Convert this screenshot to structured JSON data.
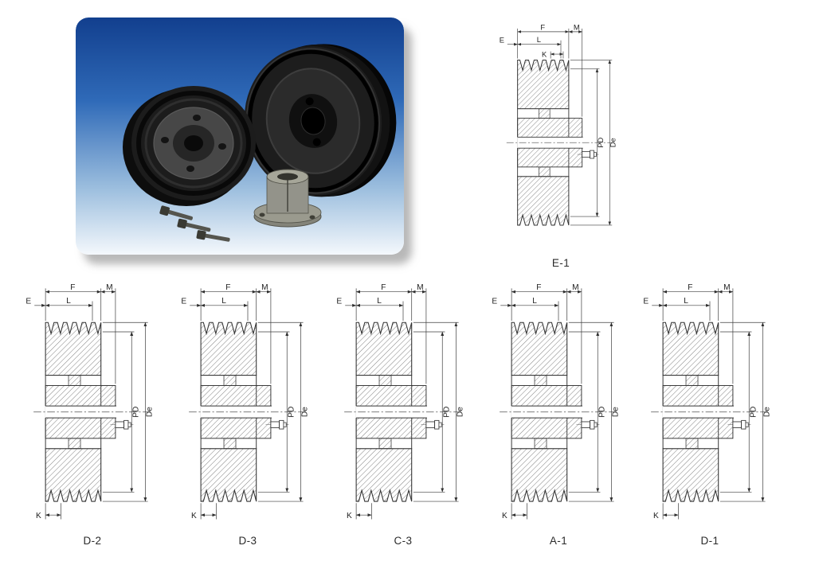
{
  "dims": {
    "E": "E",
    "F": "F",
    "L": "L",
    "M": "M",
    "K": "K",
    "PD": "PD",
    "De": "De"
  },
  "figures": [
    {
      "id": "E-1"
    },
    {
      "id": "D-2"
    },
    {
      "id": "D-3"
    },
    {
      "id": "C-3"
    },
    {
      "id": "A-1"
    },
    {
      "id": "D-1"
    }
  ],
  "colors": {
    "photo_gradient_top": "#123f8e",
    "photo_gradient_mid": "#2f6ab8",
    "photo_gradient_bottom": "#f4f8fc",
    "drawing_line": "#333333",
    "hatch_line": "#7d7d7d",
    "caption_text": "#2b2b2b"
  }
}
